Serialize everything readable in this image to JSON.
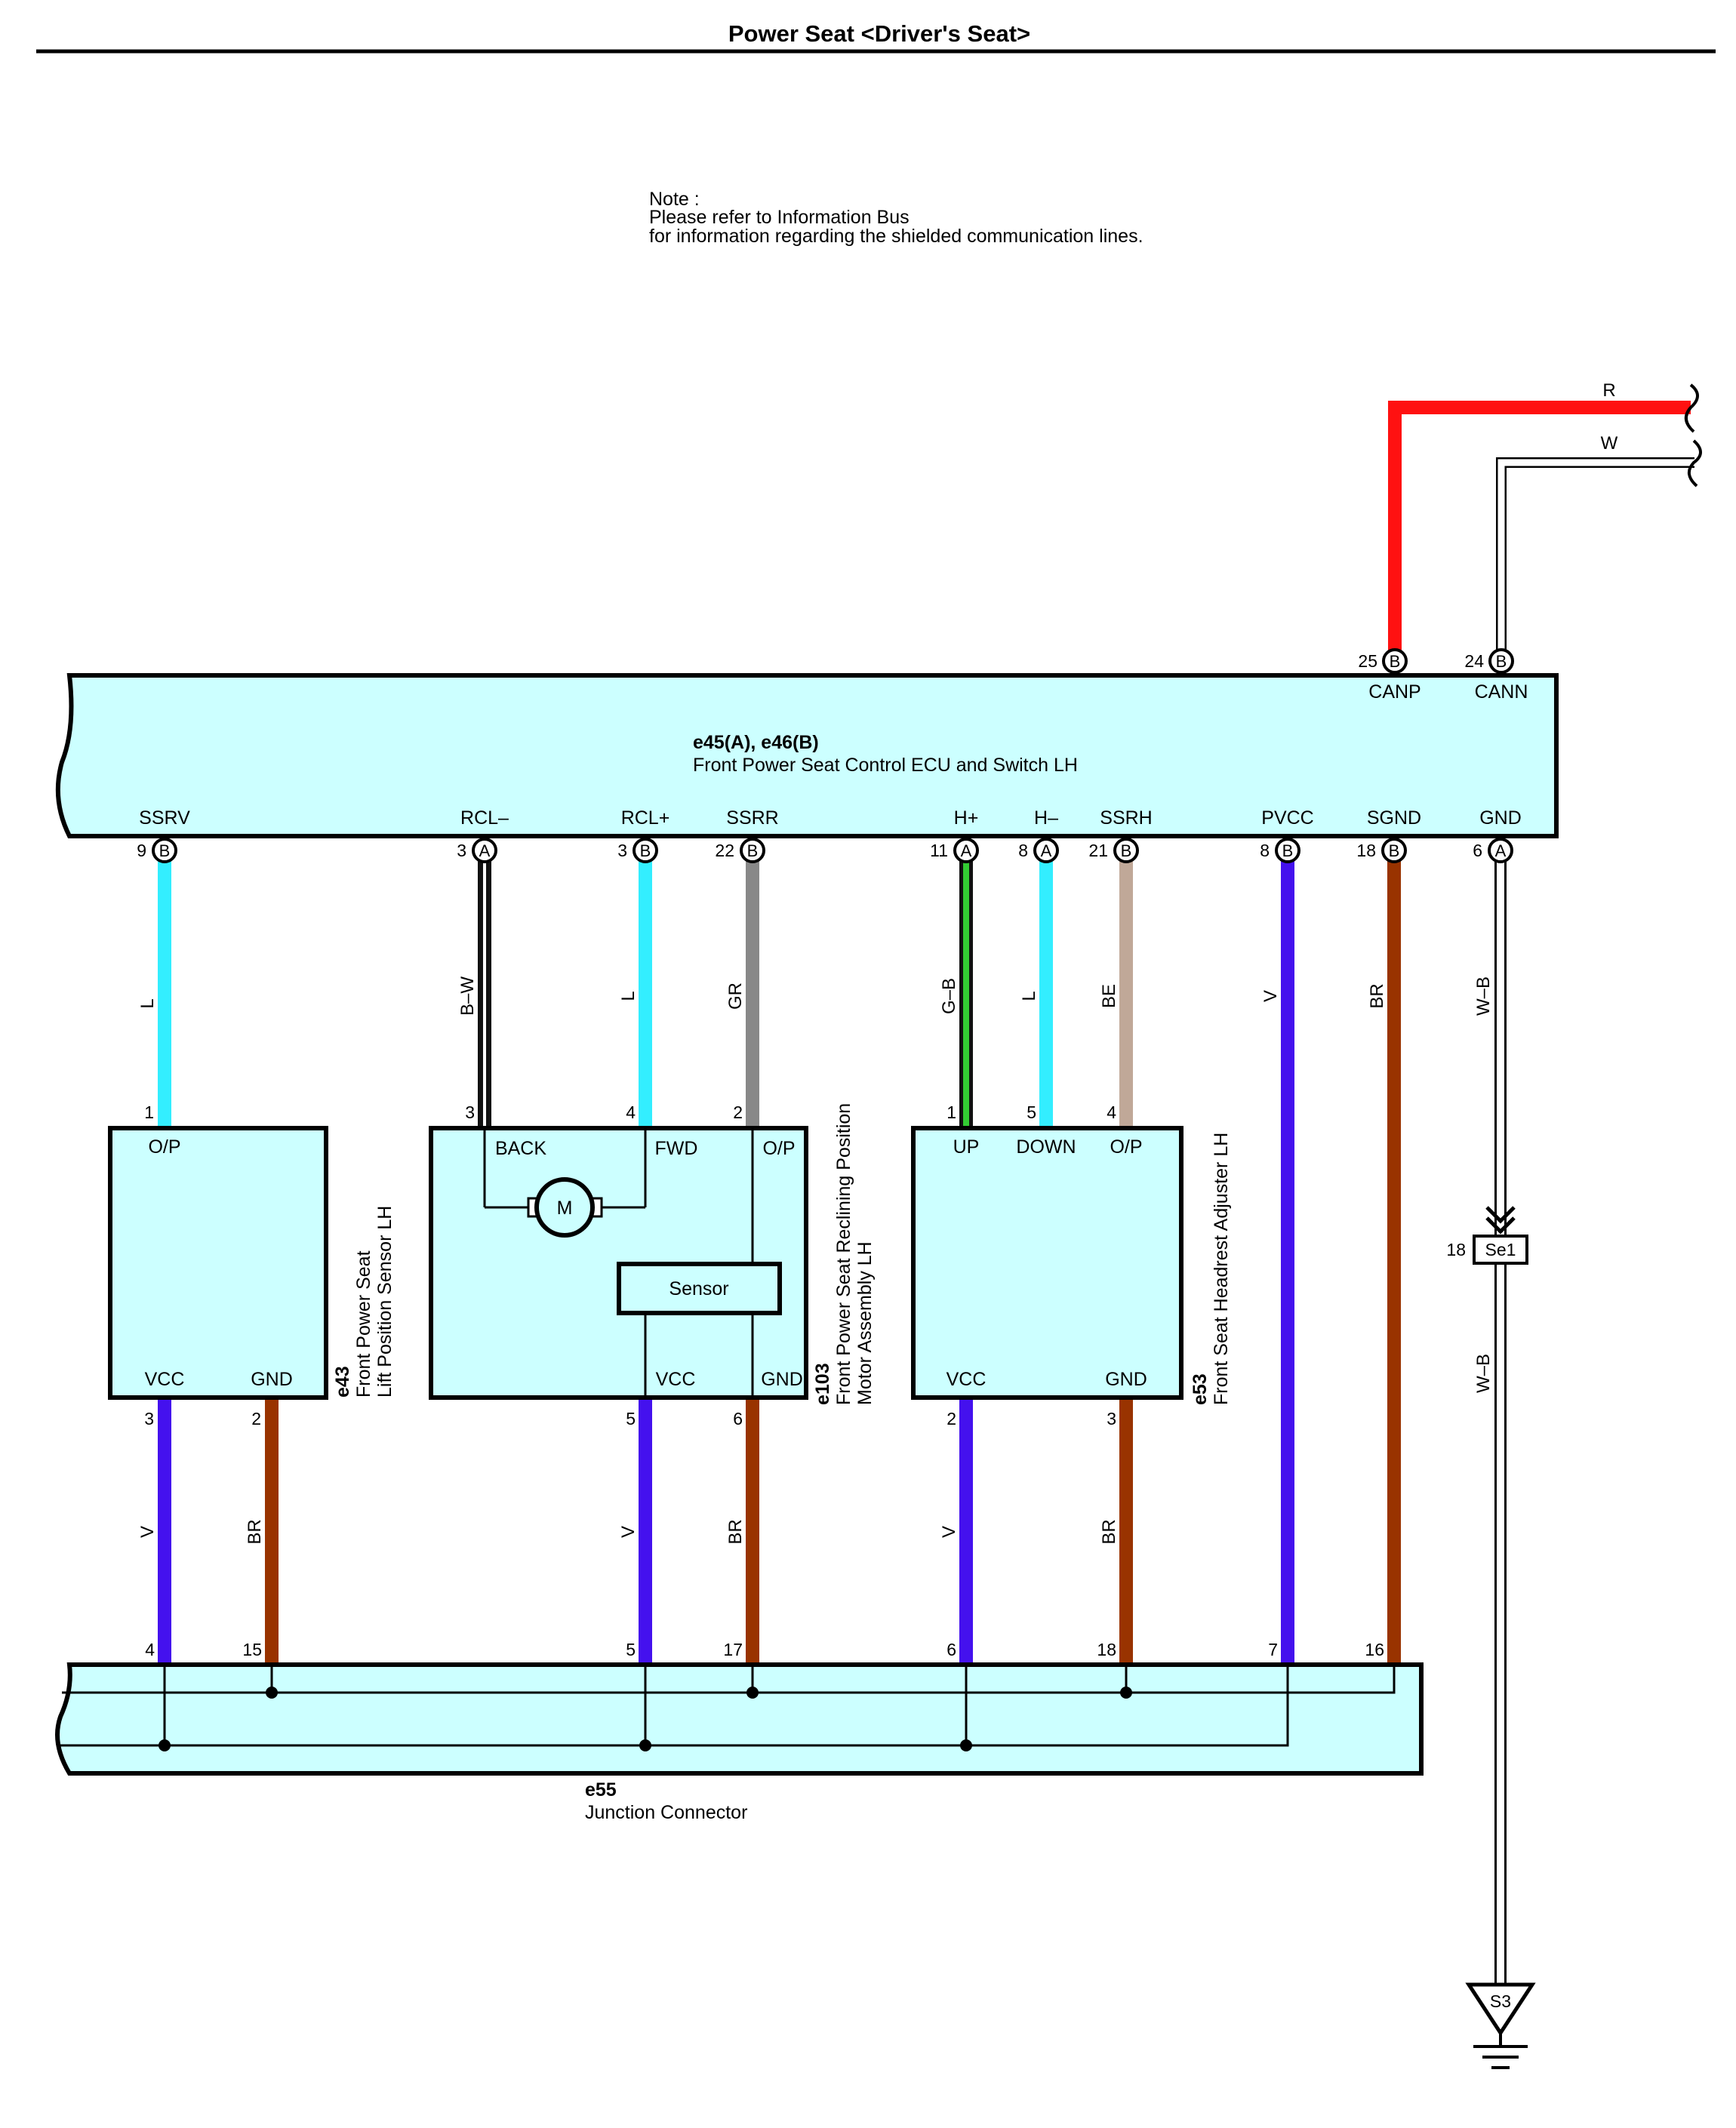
{
  "page_title": "Power Seat <Driver's Seat>",
  "note": {
    "l1": "Note :",
    "l2": "Please refer to Information Bus",
    "l3": "for information regarding the shielded communication lines."
  },
  "colors": {
    "L": "#33eeff",
    "BW": "#111111",
    "GR": "#888888",
    "GB": "#33cc33",
    "BE": "#c0a898",
    "V": "#4411ee",
    "BR": "#993300",
    "WB": "#ffffff",
    "R": "#ff1111",
    "W": "#ffffff",
    "box": "#ccffff"
  },
  "ecu": {
    "code": "e45(A), e46(B)",
    "name": "Front Power Seat Control ECU and Switch LH",
    "top_terms": [
      {
        "label": "CANP",
        "pin": "25",
        "conn": "B"
      },
      {
        "label": "CANN",
        "pin": "24",
        "conn": "B"
      }
    ],
    "bottom_terms": [
      {
        "label": "SSRV",
        "pin": "9",
        "conn": "B"
      },
      {
        "label": "RCL–",
        "pin": "3",
        "conn": "A"
      },
      {
        "label": "RCL+",
        "pin": "3",
        "conn": "B"
      },
      {
        "label": "SSRR",
        "pin": "22",
        "conn": "B"
      },
      {
        "label": "H+",
        "pin": "11",
        "conn": "A"
      },
      {
        "label": "H–",
        "pin": "8",
        "conn": "A"
      },
      {
        "label": "SSRH",
        "pin": "21",
        "conn": "B"
      },
      {
        "label": "PVCC",
        "pin": "8",
        "conn": "B"
      },
      {
        "label": "SGND",
        "pin": "18",
        "conn": "B"
      },
      {
        "label": "GND",
        "pin": "6",
        "conn": "A"
      }
    ]
  },
  "bus": {
    "r_label": "R",
    "w_label": "W"
  },
  "wires_upper": [
    "L",
    "B–W",
    "L",
    "GR",
    "G–B",
    "L",
    "BE",
    "V",
    "BR",
    "W–B"
  ],
  "sensor_e43": {
    "code": "e43",
    "name1": "Front Power Seat",
    "name2": "Lift Position Sensor LH",
    "op": "O/P",
    "vcc": "VCC",
    "gnd": "GND",
    "pin_op": "1",
    "pin_vcc": "3",
    "pin_gnd": "2"
  },
  "motor_e103": {
    "code": "e103",
    "name1": "Front Power Seat Reclining Position",
    "name2": "Motor Assembly LH",
    "back": "BACK",
    "fwd": "FWD",
    "op": "O/P",
    "motor": "M",
    "sensor": "Sensor",
    "vcc": "VCC",
    "gnd": "GND",
    "pin_back": "3",
    "pin_fwd": "4",
    "pin_op": "2",
    "pin_vcc": "5",
    "pin_gnd": "6"
  },
  "adjuster_e53": {
    "code": "e53",
    "name1": "Front Seat Headrest Adjuster LH",
    "up": "UP",
    "down": "DOWN",
    "op": "O/P",
    "vcc": "VCC",
    "gnd": "GND",
    "pin_up": "1",
    "pin_down": "5",
    "pin_op": "4",
    "pin_vcc": "2",
    "pin_gnd": "3"
  },
  "wires_lower": [
    "V",
    "BR",
    "V",
    "BR",
    "V",
    "BR"
  ],
  "junction": {
    "code": "e55",
    "name": "Junction Connector",
    "pins": [
      "4",
      "15",
      "5",
      "17",
      "6",
      "18",
      "7",
      "16"
    ]
  },
  "splice": {
    "pin": "18",
    "label": "Se1",
    "wire": "W–B"
  },
  "ground": {
    "label": "S3"
  }
}
